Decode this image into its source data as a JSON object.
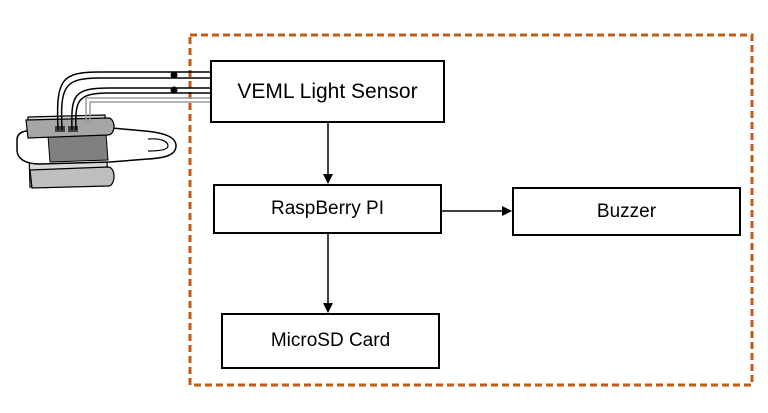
{
  "diagram": {
    "blocks": {
      "sensor": "VEML Light Sensor",
      "pi": "RaspBerry PI",
      "buzzer": "Buzzer",
      "sd": "MicroSD Card"
    },
    "connections": [
      {
        "from": "sensor",
        "to": "pi"
      },
      {
        "from": "pi",
        "to": "buzzer"
      },
      {
        "from": "pi",
        "to": "sd"
      }
    ],
    "illustration_icon": "finger-clip-sensor-icon",
    "colors": {
      "boundary": "#C55A11",
      "block_border": "#000000",
      "text": "#000000",
      "finger_clip": "#808080"
    }
  }
}
